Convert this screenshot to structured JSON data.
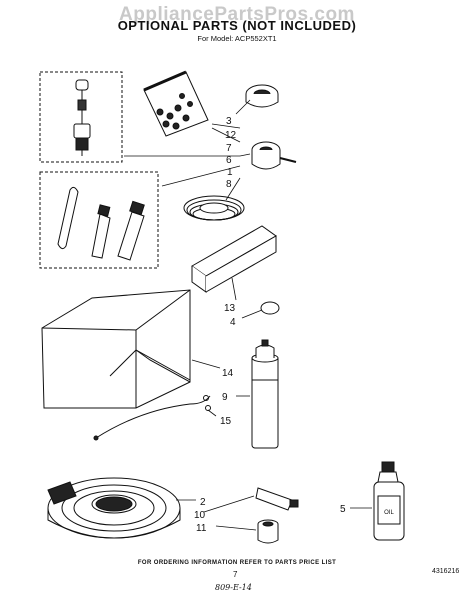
{
  "watermark": "AppliancePartsPros.com",
  "title": "OPTIONAL PARTS (NOT INCLUDED)",
  "model_line": "For Model: ACP552XT1",
  "callouts": {
    "c3": "3",
    "c12": "12",
    "c7": "7",
    "c6": "6",
    "c1": "1",
    "c8": "8",
    "c13": "13",
    "c4": "4",
    "c14": "14",
    "c9": "9",
    "c15": "15",
    "c2": "2",
    "c10": "10",
    "c11": "11",
    "c5": "5"
  },
  "footer_note": "FOR ORDERING INFORMATION REFER TO PARTS PRICE LIST",
  "page_number": "7",
  "part_number": "4316216",
  "handwritten_note": "809-E-14"
}
